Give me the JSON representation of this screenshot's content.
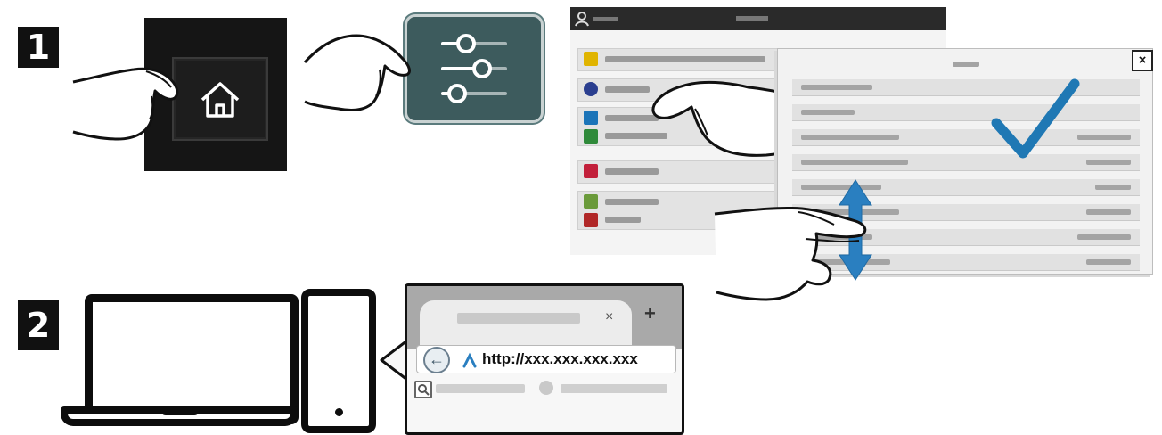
{
  "steps": {
    "step1": {
      "number": "1"
    },
    "step2": {
      "number": "2"
    }
  },
  "dialog": {
    "close_label": "×"
  },
  "browser": {
    "tab_close_label": "×",
    "new_tab_label": "+",
    "url": "http://xxx.xxx.xxx.xxx",
    "back_label": "←"
  },
  "colors": {
    "home_panel": "#151515",
    "settings_tile": "#3d5b5d",
    "checkmark": "#1f78b4",
    "scroll_arrow": "#2a7fc0",
    "menu_icons": [
      "#e0b400",
      "#2a3e8f",
      "#1b74b8",
      "#2f8a3a",
      "#c21f3a",
      "#6a9a3a",
      "#b02727"
    ]
  },
  "icons": [
    "home-icon",
    "settings-sliders-icon",
    "checkmark-icon",
    "scroll-arrow-icon",
    "laptop-icon",
    "smartphone-icon",
    "back-arrow-icon",
    "secure-link-icon",
    "search-icon"
  ]
}
